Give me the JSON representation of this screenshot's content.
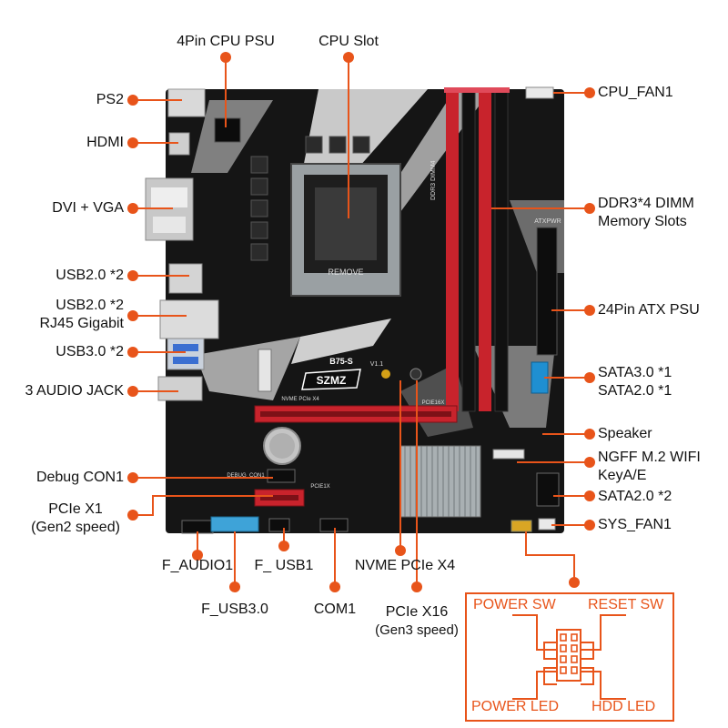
{
  "accent_color": "#e8541a",
  "board": {
    "model": "B75-S",
    "brand": "SZMZ",
    "version": "V1.1",
    "pcie16_silk": "PCIE16X",
    "pcie1_silk": "PCIE1X",
    "nvme_silk": "NVME PCIe X4",
    "debug_silk": "DEBUG_CON1",
    "ddr_silk": "DDR3 DIMM4",
    "atx_silk": "ATXPWR",
    "remove_silk": "REMOVE"
  },
  "labels": {
    "cpu_psu": "4Pin CPU PSU",
    "cpu_slot": "CPU Slot",
    "ps2": "PS2",
    "hdmi": "HDMI",
    "dvi_vga": "DVI + VGA",
    "usb20_a": "USB2.0 *2",
    "usb20_b": "USB2.0 *2",
    "rj45": "RJ45 Gigabit",
    "usb30": "USB3.0 *2",
    "audio": "3 AUDIO JACK",
    "debug": "Debug CON1",
    "pcie_x1": "PCIe X1",
    "pcie_x1_sub": "(Gen2 speed)",
    "f_audio": "F_AUDIO1",
    "f_usb1": "F_ USB1",
    "nvme": "NVME PCIe X4",
    "f_usb3": "F_USB3.0",
    "com1": "COM1",
    "pcie_x16": "PCIe X16",
    "pcie_x16_sub": "(Gen3 speed)",
    "cpu_fan": "CPU_FAN1",
    "ddr3": "DDR3*4 DIMM",
    "ddr3_sub": "Memory Slots",
    "atx": "24Pin ATX PSU",
    "sata_a": "SATA3.0 *1",
    "sata_b": "SATA2.0 *1",
    "speaker": "Speaker",
    "ngff": "NGFF M.2 WIFI",
    "ngff_sub": "KeyA/E",
    "sata2": "SATA2.0 *2",
    "sys_fan": "SYS_FAN1"
  },
  "panel": {
    "power_sw": "POWER SW",
    "reset_sw": "RESET SW",
    "power_led": "POWER LED",
    "hdd_led": "HDD  LED"
  }
}
